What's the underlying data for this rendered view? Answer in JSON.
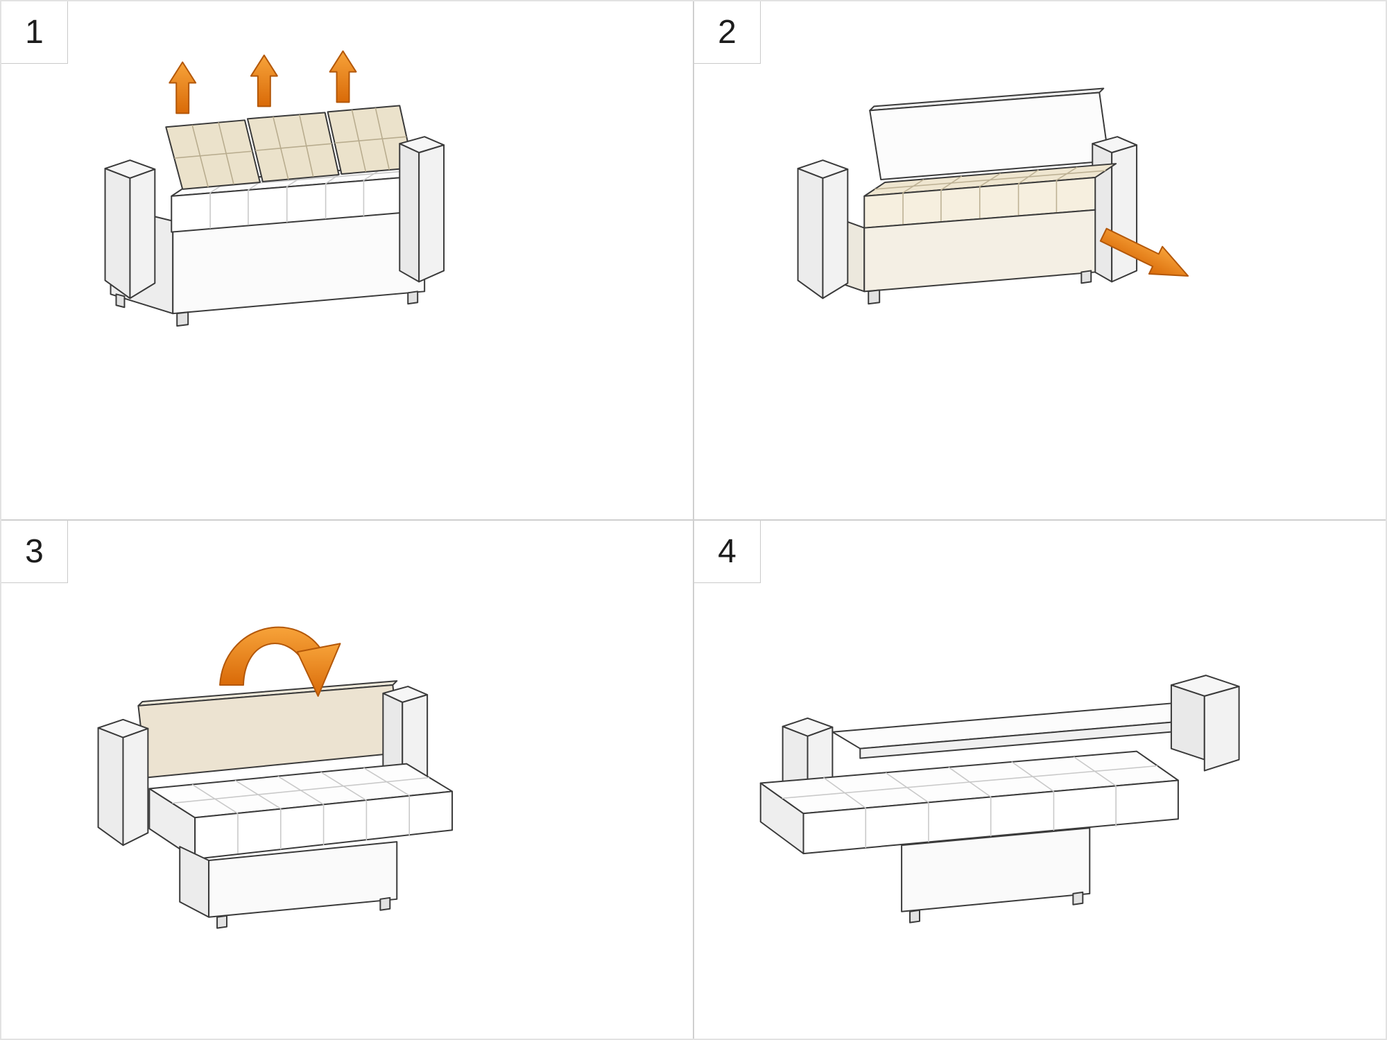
{
  "meta": {
    "background": "#ffffff",
    "divider_color": "#cfcfcf",
    "outline_color": "#3a3a3a",
    "accent_orange_light": "#f7a33a",
    "accent_orange_dark": "#d96a08",
    "accent_orange_stroke": "#b35708",
    "cushion_cream": "#ebe2cb",
    "backrest_beige": "#ece3d1",
    "sofa_white": "#fbfbfb"
  },
  "steps": [
    {
      "number": "1",
      "icon": "arrow-up-icon",
      "arrow_count": 3
    },
    {
      "number": "2",
      "icon": "arrow-pull-out-icon",
      "arrow_count": 1
    },
    {
      "number": "3",
      "icon": "arrow-fold-down-icon",
      "arrow_count": 1
    },
    {
      "number": "4",
      "icon": "",
      "arrow_count": 0
    }
  ]
}
